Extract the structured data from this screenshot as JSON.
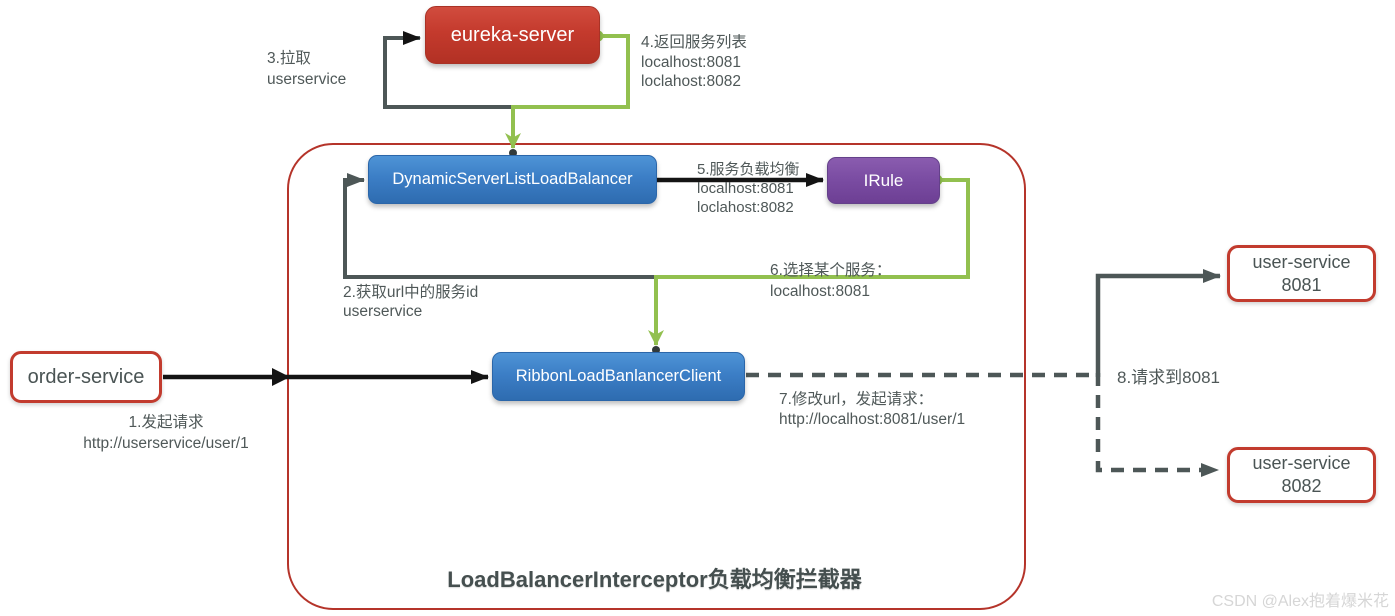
{
  "diagram": {
    "container_title": "LoadBalancerInterceptor负载均衡拦截器",
    "watermark": "CSDN @Alex抱着爆米花",
    "nodes": {
      "eureka": {
        "label": "eureka-server"
      },
      "dynamic_balancer": {
        "label": "DynamicServerListLoadBalancer"
      },
      "irule": {
        "label": "IRule"
      },
      "ribbon_client": {
        "label": "RibbonLoadBanlancerClient"
      },
      "order_service": {
        "label": "order-service"
      },
      "user_service_8081": {
        "lines": [
          "user-service",
          "8081"
        ]
      },
      "user_service_8082": {
        "lines": [
          "user-service",
          "8082"
        ]
      }
    },
    "labels": {
      "step1": {
        "lines": [
          "1.发起请求",
          "http://userservice/user/1"
        ]
      },
      "step2": {
        "lines": [
          "2.获取url中的服务id",
          "userservice"
        ]
      },
      "step3": {
        "lines": [
          "3.拉取",
          "userservice"
        ]
      },
      "step4": {
        "lines": [
          "4.返回服务列表",
          "localhost:8081",
          "loclahost:8082"
        ]
      },
      "step5": {
        "lines": [
          "5.服务负载均衡",
          "localhost:8081",
          "loclahost:8082"
        ]
      },
      "step6": {
        "lines": [
          "6.选择某个服务：",
          "localhost:8081"
        ]
      },
      "step7": {
        "lines": [
          "7.修改url，发起请求：",
          "http://localhost:8081/user/1"
        ]
      },
      "step8": {
        "lines": [
          "8.请求到8081"
        ]
      }
    },
    "colors": {
      "red_box": "#c43a2d",
      "blue_box": "#3c7ec6",
      "purple_box": "#7b4da3",
      "outline_red": "#c23b2e",
      "container_border": "#b5342a",
      "green_line": "#92c04f",
      "dark_line": "#4d5757",
      "black_line": "#141414",
      "label_text": "#4f5858",
      "watermark_text": "#d6d6d6"
    }
  }
}
